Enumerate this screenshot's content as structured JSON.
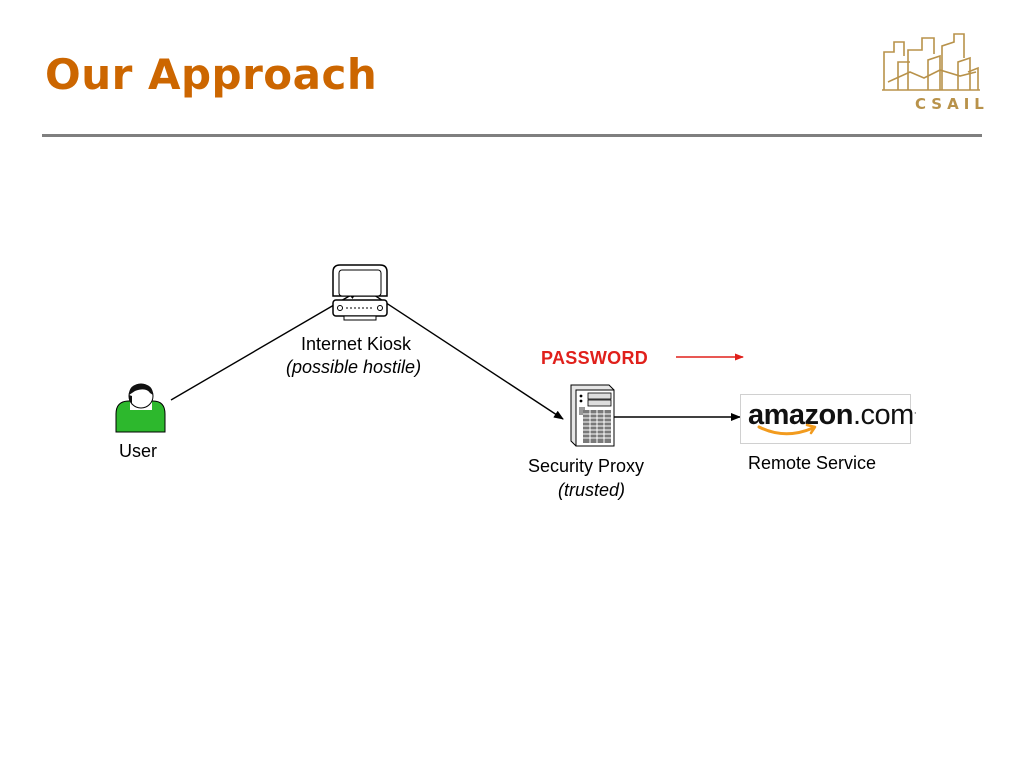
{
  "slide": {
    "title": "Our Approach",
    "logo_text": "CSAIL"
  },
  "diagram": {
    "user": {
      "label": "User"
    },
    "kiosk": {
      "label": "Internet Kiosk",
      "note": "(possible hostile)"
    },
    "proxy": {
      "label": "Security Proxy",
      "note": "(trusted)"
    },
    "password": {
      "label": "PASSWORD"
    },
    "remote": {
      "label": "Remote Service",
      "logo_main": "amazon",
      "logo_tld": ".com",
      "logo_mark": "."
    }
  },
  "colors": {
    "title": "#cc6600",
    "rule": "#7f7f7f",
    "password": "#e0201b",
    "user": "#2db82d",
    "logo": "#b8924a",
    "amazon_smile": "#f29b1e"
  },
  "icons": {
    "user": "person-icon",
    "kiosk": "computer-monitor-icon",
    "proxy": "server-tower-icon",
    "logo": "csail-building-logo"
  }
}
